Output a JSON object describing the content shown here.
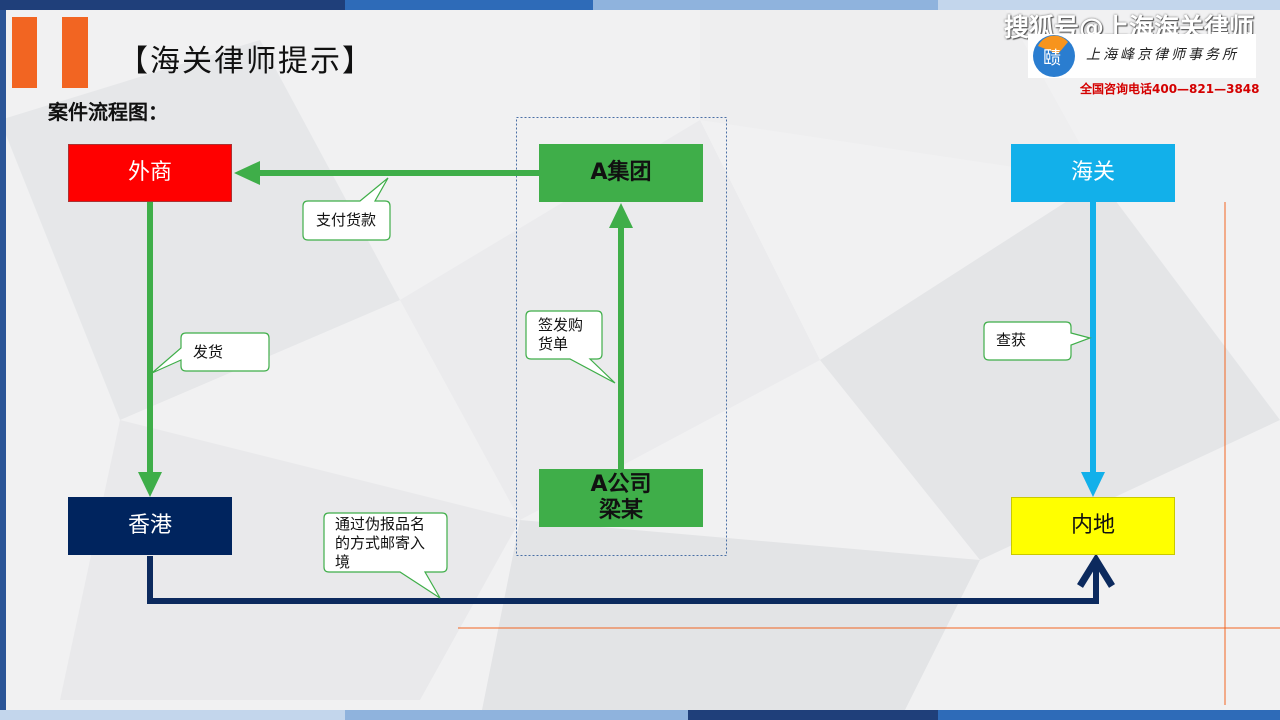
{
  "header": {
    "title": "【海关律师提示】",
    "subtitle": "案件流程图："
  },
  "watermark": {
    "title": "搜狐号@上海海关律师",
    "logo_char": "赜",
    "firm": "上海峰京律师事务所",
    "phone": "全国咨询电话400—821—3848"
  },
  "nodes": {
    "foreign": {
      "label": "外商",
      "color": "#ff0000"
    },
    "group": {
      "label": "A集团",
      "color": "#3fae49"
    },
    "customs": {
      "label": "海关",
      "color": "#12b0ea"
    },
    "hongkong": {
      "label": "香港",
      "color": "#00245e"
    },
    "company": {
      "line1": "A公司",
      "line2": "梁某",
      "color": "#3fae49"
    },
    "mainland": {
      "label": "内地",
      "color": "#ffff00"
    }
  },
  "callouts": {
    "payment": "支付货款",
    "ship": "发货",
    "order_line1": "签发购",
    "order_line2": "货单",
    "seized": "查获",
    "smuggle_line1": "通过伪报品名",
    "smuggle_line2": "的方式邮寄入",
    "smuggle_line3": "境"
  },
  "colors": {
    "green_arrow": "#3fae49",
    "blue_arrow": "#12b0ea",
    "navy_arrow": "#0c2a5e",
    "accent_orange": "#f26522"
  }
}
